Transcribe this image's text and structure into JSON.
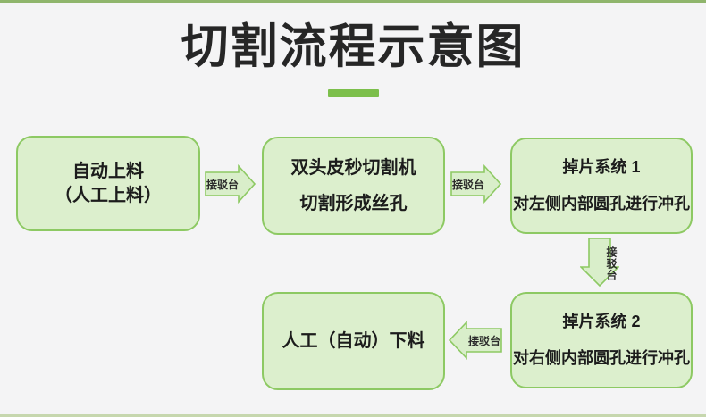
{
  "page": {
    "background": "#f4f4f5",
    "top_bar_color": "#8fb56c",
    "bottom_bar_color": "#c6d7ae"
  },
  "title": {
    "text": "切割流程示意图",
    "text_color": "#262626",
    "underline_color": "#7cbf4b"
  },
  "flow": {
    "colors": {
      "box_fill": "#dcefcd",
      "box_border": "#8dc963",
      "arrow_fill": "#d9eeca",
      "arrow_border": "#8dc963",
      "text": "#1c1c1c"
    },
    "nodes": [
      {
        "id": "auto-loading",
        "lines": [
          "自动上料",
          "（人工上料）"
        ]
      },
      {
        "id": "picosecond-cutter",
        "lines": [
          "双头皮秒切割机",
          "切割形成丝孔"
        ]
      },
      {
        "id": "drop-system-1",
        "lines": [
          "掉片系统 1",
          "对左侧内部圆孔进行冲孔"
        ]
      },
      {
        "id": "drop-system-2",
        "lines": [
          "掉片系统 2",
          "对右侧内部圆孔进行冲孔"
        ]
      },
      {
        "id": "unloading",
        "lines": [
          "人工（自动）下料"
        ]
      }
    ],
    "connectors": [
      {
        "from": "auto-loading",
        "to": "picosecond-cutter",
        "direction": "right",
        "label": "接驳台"
      },
      {
        "from": "picosecond-cutter",
        "to": "drop-system-1",
        "direction": "right",
        "label": "接驳台"
      },
      {
        "from": "drop-system-1",
        "to": "drop-system-2",
        "direction": "down",
        "label": "接驳台"
      },
      {
        "from": "drop-system-2",
        "to": "unloading",
        "direction": "left",
        "label": "接驳台"
      }
    ]
  }
}
